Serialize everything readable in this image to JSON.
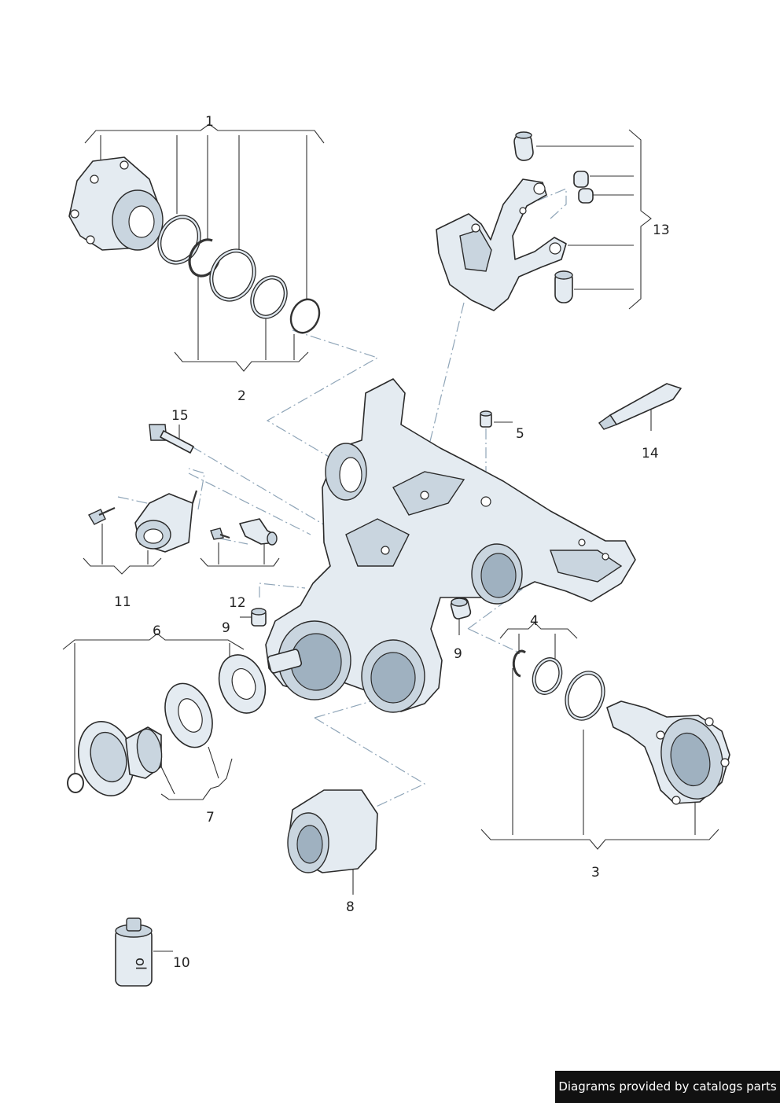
{
  "labels": {
    "l1": "1",
    "l2": "2",
    "l3": "3",
    "l4": "4",
    "l5": "5",
    "l6": "6",
    "l7": "7",
    "l8": "8",
    "l9a": "9",
    "l9b": "9",
    "l10": "10",
    "l11": "11",
    "l12": "12",
    "l13": "13",
    "l14": "14",
    "l15": "15"
  },
  "footer": {
    "text": "Diagrams provided by catalogs parts"
  },
  "colors": {
    "part_fill": "#e4ebf1",
    "part_shade": "#c9d5df",
    "outline": "#2b2b2b",
    "leader_dash": "#8fa5b8",
    "badge_bg": "#111111"
  }
}
